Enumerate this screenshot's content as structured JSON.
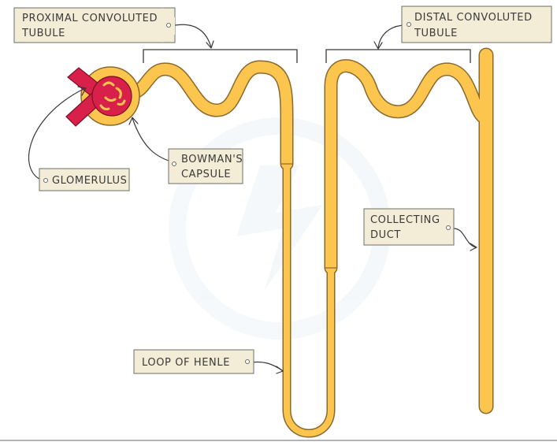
{
  "labels": {
    "proximal": [
      "PROXIMAL CONVOLUTED",
      "TUBULE"
    ],
    "distal": [
      "DISTAL CONVOLUTED",
      "TUBULE"
    ],
    "bowmans": [
      "BOWMAN'S",
      "CAPSULE"
    ],
    "glomerulus": [
      "GLOMERULUS"
    ],
    "collecting": [
      "COLLECTING",
      "DUCT"
    ],
    "loop": [
      "LOOP OF HENLE"
    ]
  },
  "colors": {
    "tubule": "#fbc54e",
    "tubule_outline": "#8a6a2e",
    "glomerulus": "#d8204a",
    "glomerulus_outline": "#7a1028",
    "tag_fill": "#f3ecd6",
    "watermark": "#eef4f8"
  }
}
